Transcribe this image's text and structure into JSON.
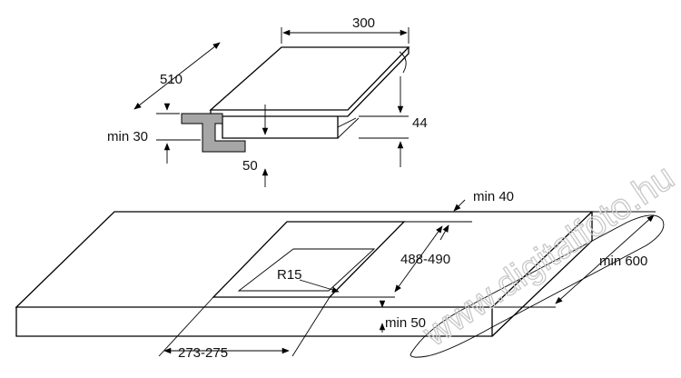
{
  "hob": {
    "width_label": "300",
    "depth_label": "510",
    "height_label": "44",
    "min_thickness_label": "min 30",
    "offset_label": "50"
  },
  "worktop": {
    "front_gap_label": "min 40",
    "cutout_depth_label": "488-490",
    "radius_label": "R15",
    "min_depth_label": "min 600",
    "edge_min_label": "min 50",
    "cutout_width_label": "273-275"
  },
  "watermark": "www.digitalfoto.hu"
}
